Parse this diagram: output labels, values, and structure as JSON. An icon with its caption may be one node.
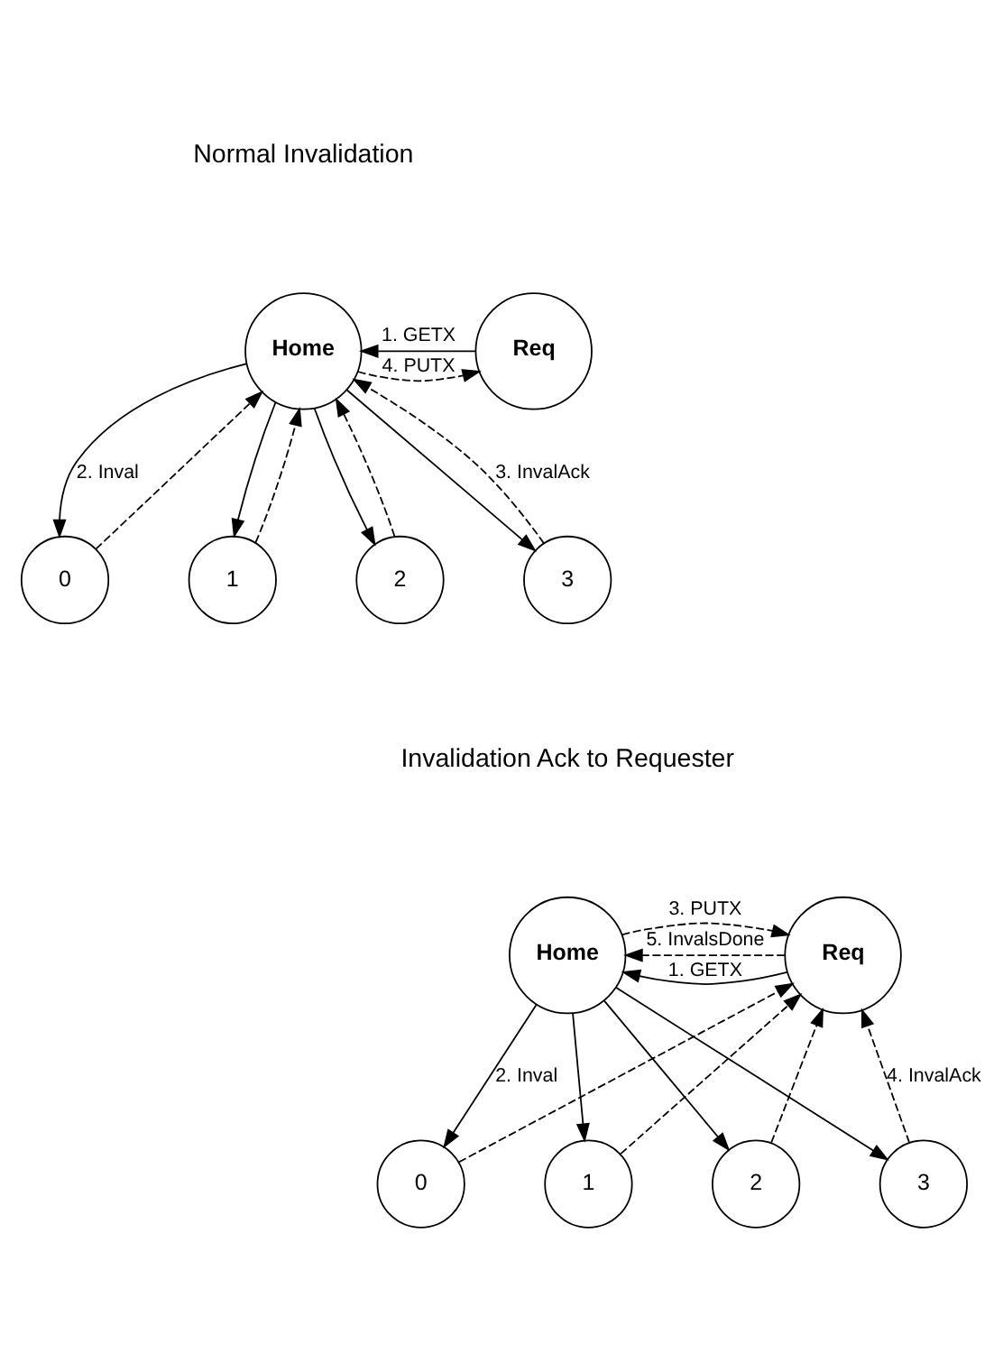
{
  "diagram": {
    "nodes": [
      {
        "text": [
          "Home"
        ]
      },
      {
        "text": [
          "Req"
        ]
      },
      {
        "text": [
          "0"
        ]
      },
      {
        "text": [
          "1"
        ]
      },
      {
        "text": [
          "2"
        ]
      },
      {
        "text": [
          "3"
        ]
      },
      {
        "text": [
          "Home"
        ]
      },
      {
        "text": [
          "Req"
        ]
      },
      {
        "text": [
          "0"
        ]
      },
      {
        "text": [
          "1"
        ]
      },
      {
        "text": [
          "2"
        ]
      },
      {
        "text": [
          "3"
        ]
      }
    ],
    "edges": [
      {
        "from": 1,
        "to": 0,
        "arrow": "to",
        "label": "1. GETX"
      },
      {
        "from": 0,
        "to": 1,
        "arrow": "to",
        "label": "4. PUTX",
        "style": "dashed"
      },
      {
        "from": 0,
        "to": 2,
        "arrow": "to",
        "label": "2. Inval"
      },
      {
        "from": 2,
        "to": 0,
        "arrow": "to",
        "style": "dashed"
      },
      {
        "from": 0,
        "to": 3,
        "arrow": "to"
      },
      {
        "from": 3,
        "to": 0,
        "arrow": "to",
        "style": "dashed"
      },
      {
        "from": 0,
        "to": 4,
        "arrow": "to"
      },
      {
        "from": 4,
        "to": 0,
        "arrow": "to",
        "style": "dashed"
      },
      {
        "from": 0,
        "to": 5,
        "arrow": "to"
      },
      {
        "from": 5,
        "to": 0,
        "arrow": "to",
        "label": "3. InvalAck",
        "style": "dashed"
      },
      {
        "from": 7,
        "to": 6,
        "arrow": "to",
        "label": "1. GETX"
      },
      {
        "from": 6,
        "to": 7,
        "arrow": "to",
        "label": "3. PUTX",
        "style": "dashed"
      },
      {
        "from": 7,
        "to": 6,
        "arrow": "to",
        "label": "5. InvalsDone",
        "style": "dashed"
      },
      {
        "from": 6,
        "to": 8,
        "arrow": "to",
        "label": "2. Inval"
      },
      {
        "from": 6,
        "to": 9,
        "arrow": "to"
      },
      {
        "from": 6,
        "to": 10,
        "arrow": "to"
      },
      {
        "from": 6,
        "to": 11,
        "arrow": "to"
      },
      {
        "from": 8,
        "to": 7,
        "arrow": "to",
        "style": "dashed"
      },
      {
        "from": 9,
        "to": 7,
        "arrow": "to",
        "style": "dashed"
      },
      {
        "from": 10,
        "to": 7,
        "arrow": "to",
        "style": "dashed"
      },
      {
        "from": 11,
        "to": 7,
        "arrow": "to",
        "label": "4. InvalAck",
        "style": "dashed"
      }
    ],
    "labels": [
      "Normal Invalidation",
      "Invalidation Ack to Requester"
    ]
  }
}
